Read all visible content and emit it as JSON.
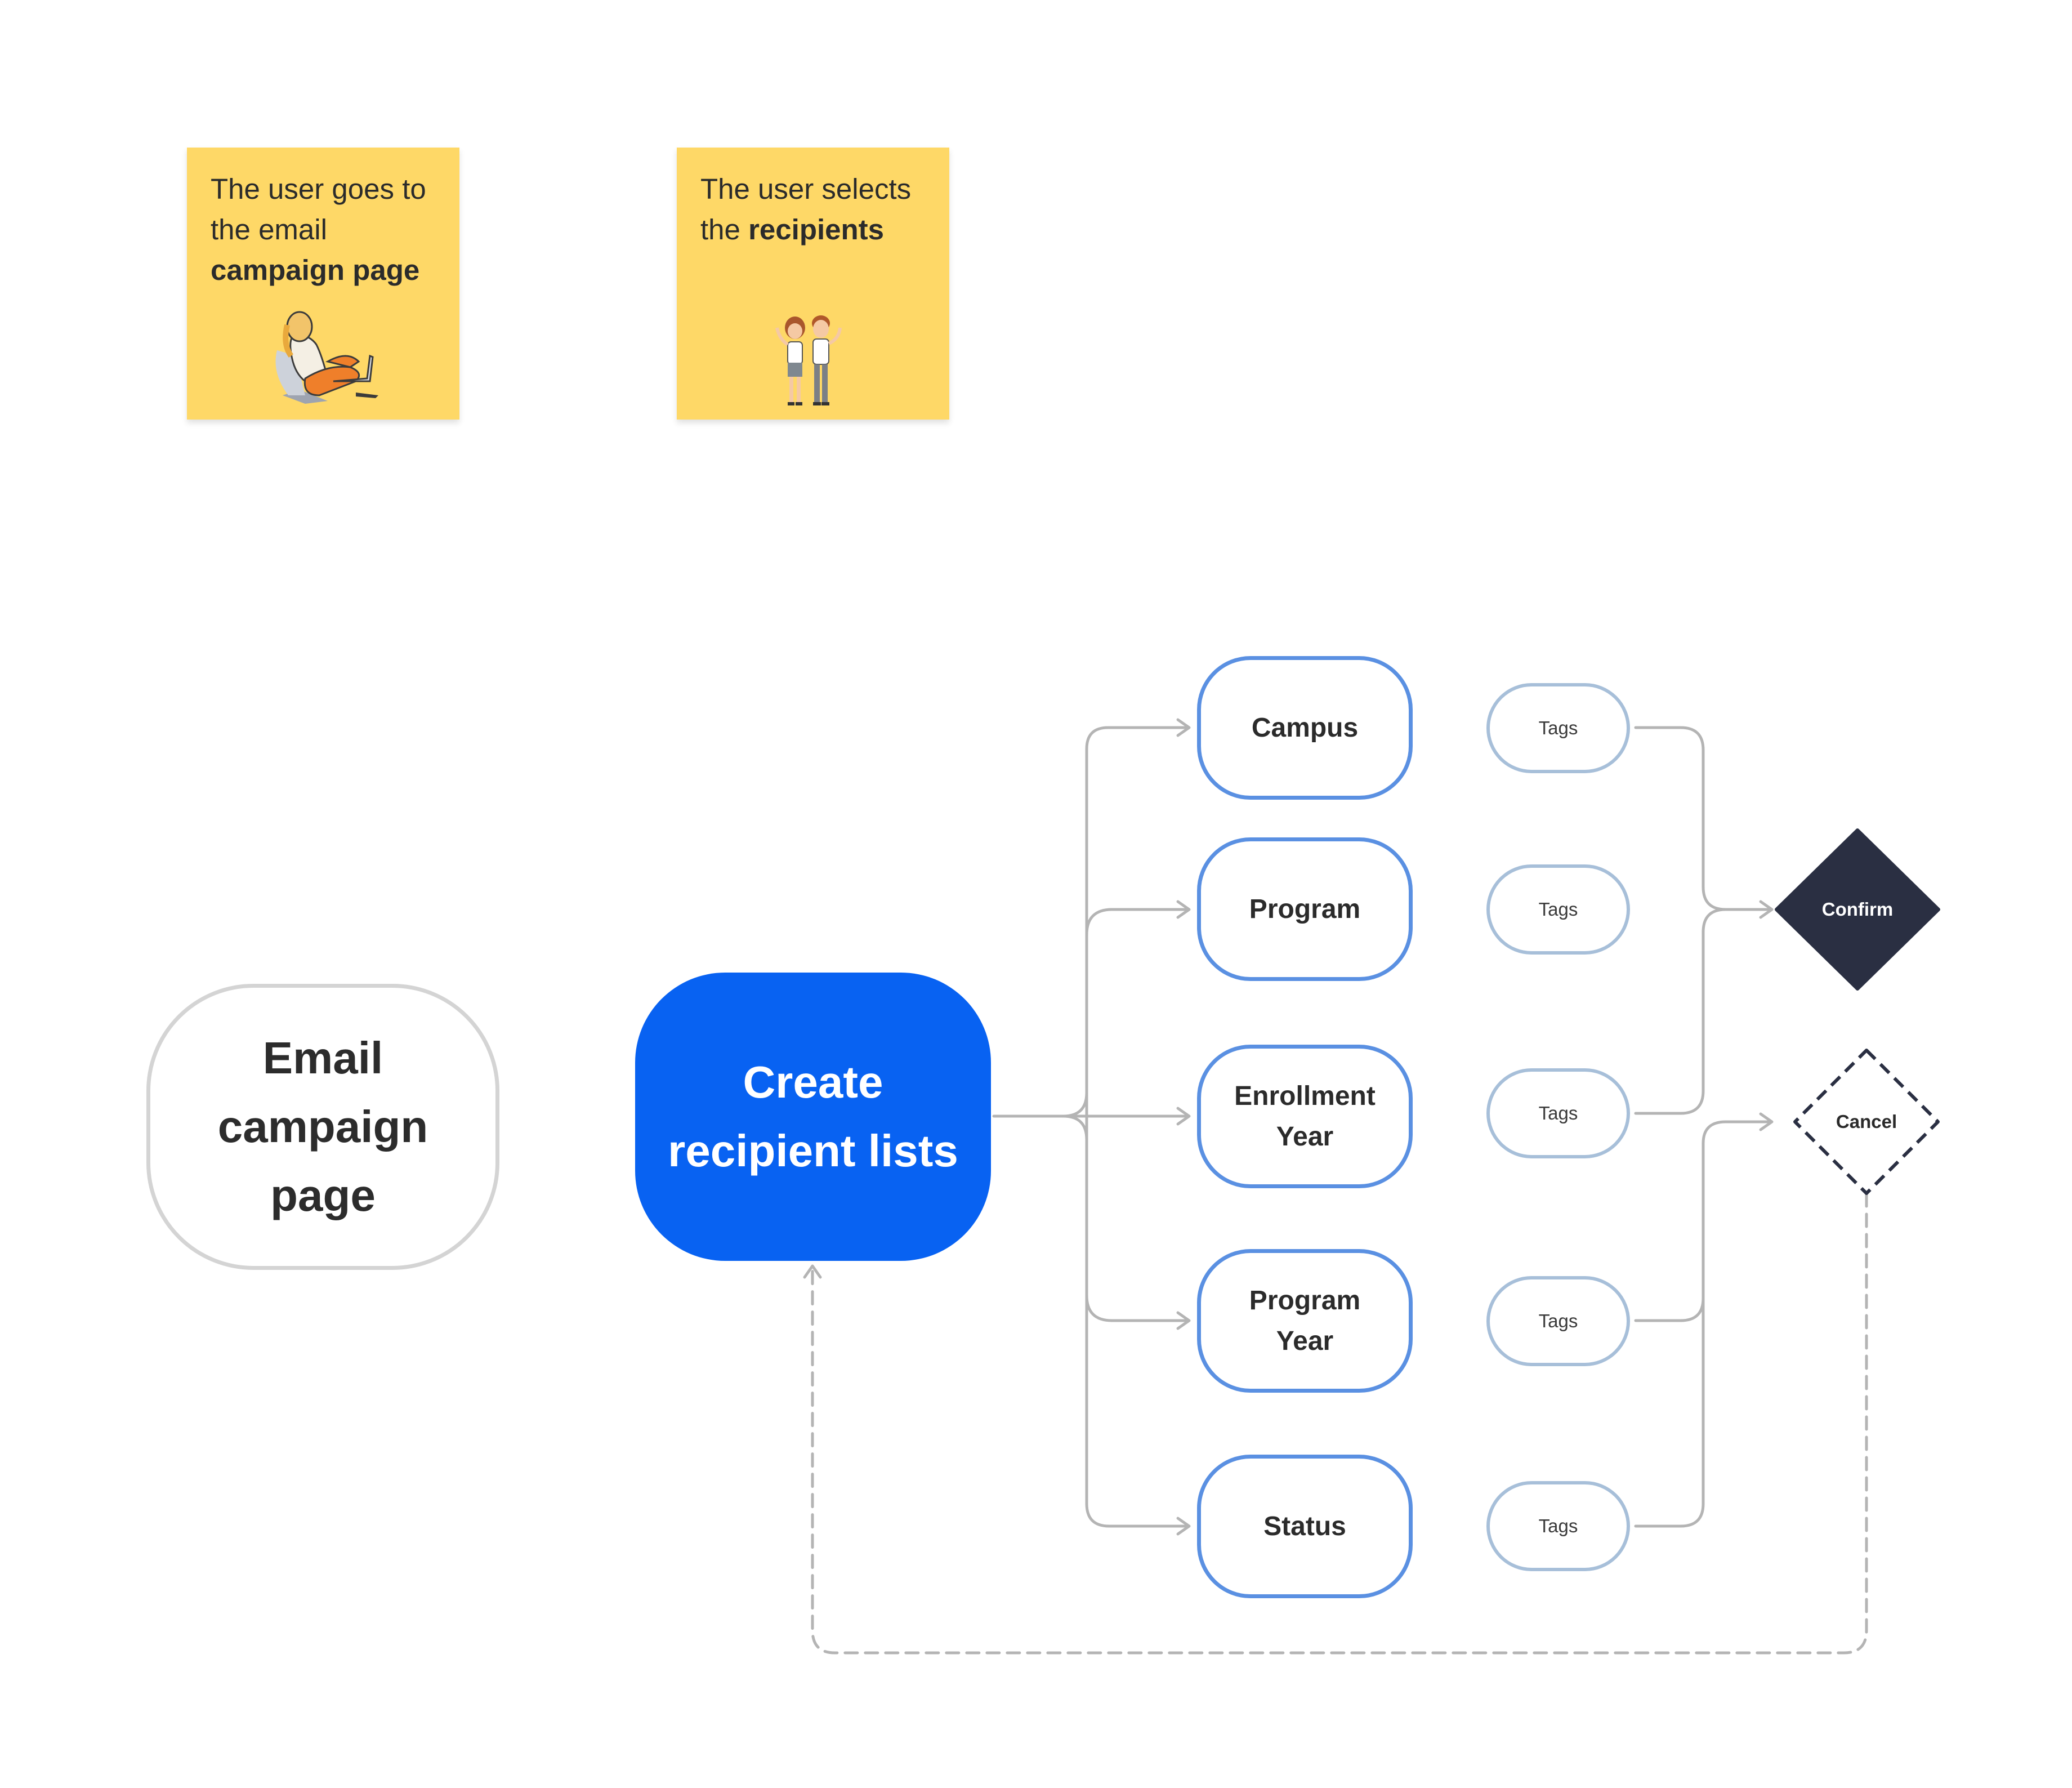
{
  "sticky_notes": [
    {
      "line1": "The user goes to",
      "line2": "the email",
      "line3_bold": "campaign page",
      "illustration": "person-sitting-with-laptop-icon"
    },
    {
      "line1": "The user selects",
      "line2_prefix": "the ",
      "line2_bold": "recipients",
      "illustration": "two-students-waving-icon"
    }
  ],
  "nodes": {
    "email_campaign": [
      "Email",
      "campaign",
      "page"
    ],
    "create_lists": [
      "Create",
      "recipient lists"
    ]
  },
  "filters": [
    {
      "lines": [
        "Campus"
      ]
    },
    {
      "lines": [
        "Program"
      ]
    },
    {
      "lines": [
        "Enrollment",
        "Year"
      ]
    },
    {
      "lines": [
        "Program",
        "Year"
      ]
    },
    {
      "lines": [
        "Status"
      ]
    }
  ],
  "tags": [
    "Tags",
    "Tags",
    "Tags",
    "Tags",
    "Tags"
  ],
  "decisions": {
    "confirm": "Confirm",
    "cancel": "Cancel"
  },
  "colors": {
    "sticky": "#fed867",
    "primary": "#0862f2",
    "filter_border": "#5a90e2",
    "tag_border": "#a7bfd9",
    "confirm_fill": "#2a2f42",
    "connector": "#b4b4b4"
  }
}
